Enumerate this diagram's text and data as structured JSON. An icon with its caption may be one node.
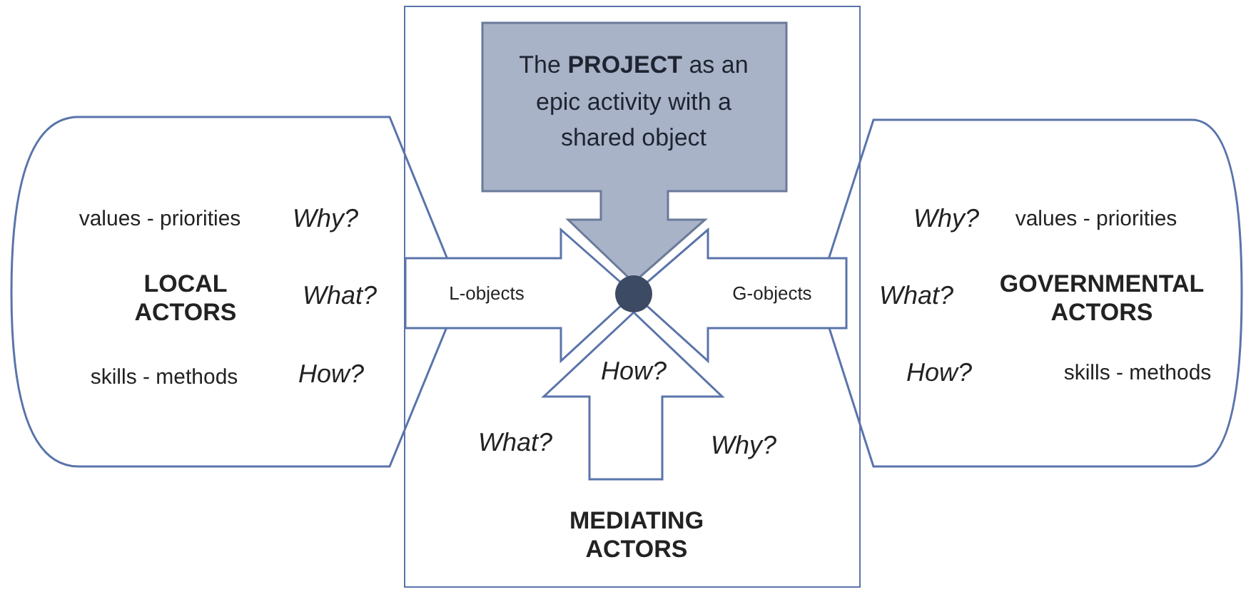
{
  "diagram": {
    "nodes": [
      {
        "text": [
          "values - priorities",
          "Why?",
          "LOCAL ACTORS",
          "What?",
          "skills - methods",
          "How?"
        ]
      },
      {
        "text": [
          "What?",
          "Why?",
          "MEDIATING ACTORS"
        ]
      },
      {
        "text": [
          "The **PROJECT** as an epic activity with a shared object"
        ],
        "in": 1
      },
      {
        "text": [
          "L-objects"
        ],
        "in": 1
      },
      {
        "text": [
          "G-objects"
        ],
        "in": 1
      },
      {
        "text": [
          "How?"
        ],
        "in": 1
      },
      {
        "text": [],
        "shape": "circle",
        "in": 1
      },
      {
        "text": [
          "Why?",
          "values - priorities",
          "What?",
          "GOVERNMENTAL ACTORS",
          "How?",
          "skills - methods"
        ]
      }
    ]
  }
}
